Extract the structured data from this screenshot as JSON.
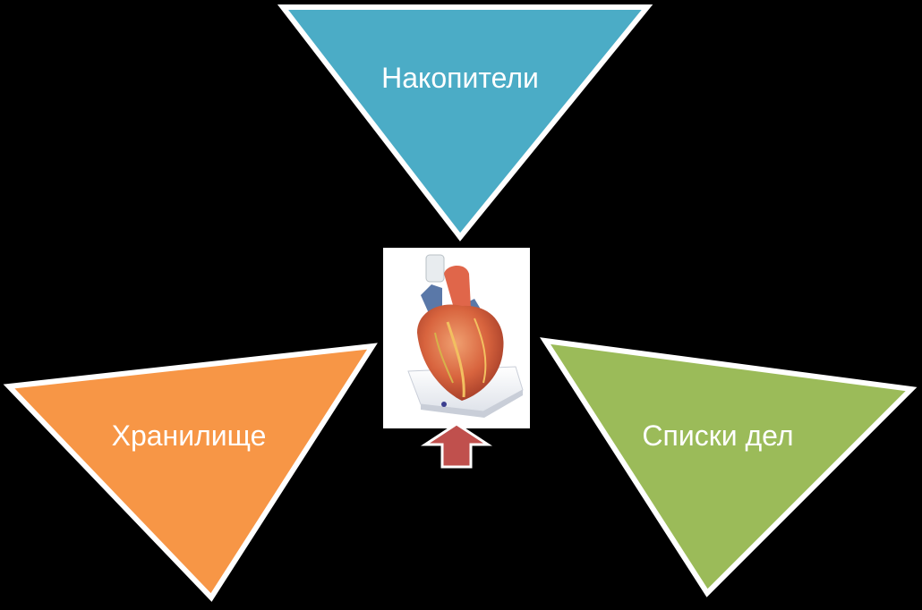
{
  "diagram": {
    "top_node": {
      "label": "Накопители",
      "color": "#4BACC6"
    },
    "left_node": {
      "label": "Хранилище",
      "color": "#F79646"
    },
    "right_node": {
      "label": "Списки дел",
      "color": "#9BBB59"
    },
    "center_image": {
      "icon": "heart-model-icon"
    },
    "center_arrow": {
      "icon": "up-arrow-icon",
      "color": "#C0504D"
    },
    "background": "#000000"
  }
}
